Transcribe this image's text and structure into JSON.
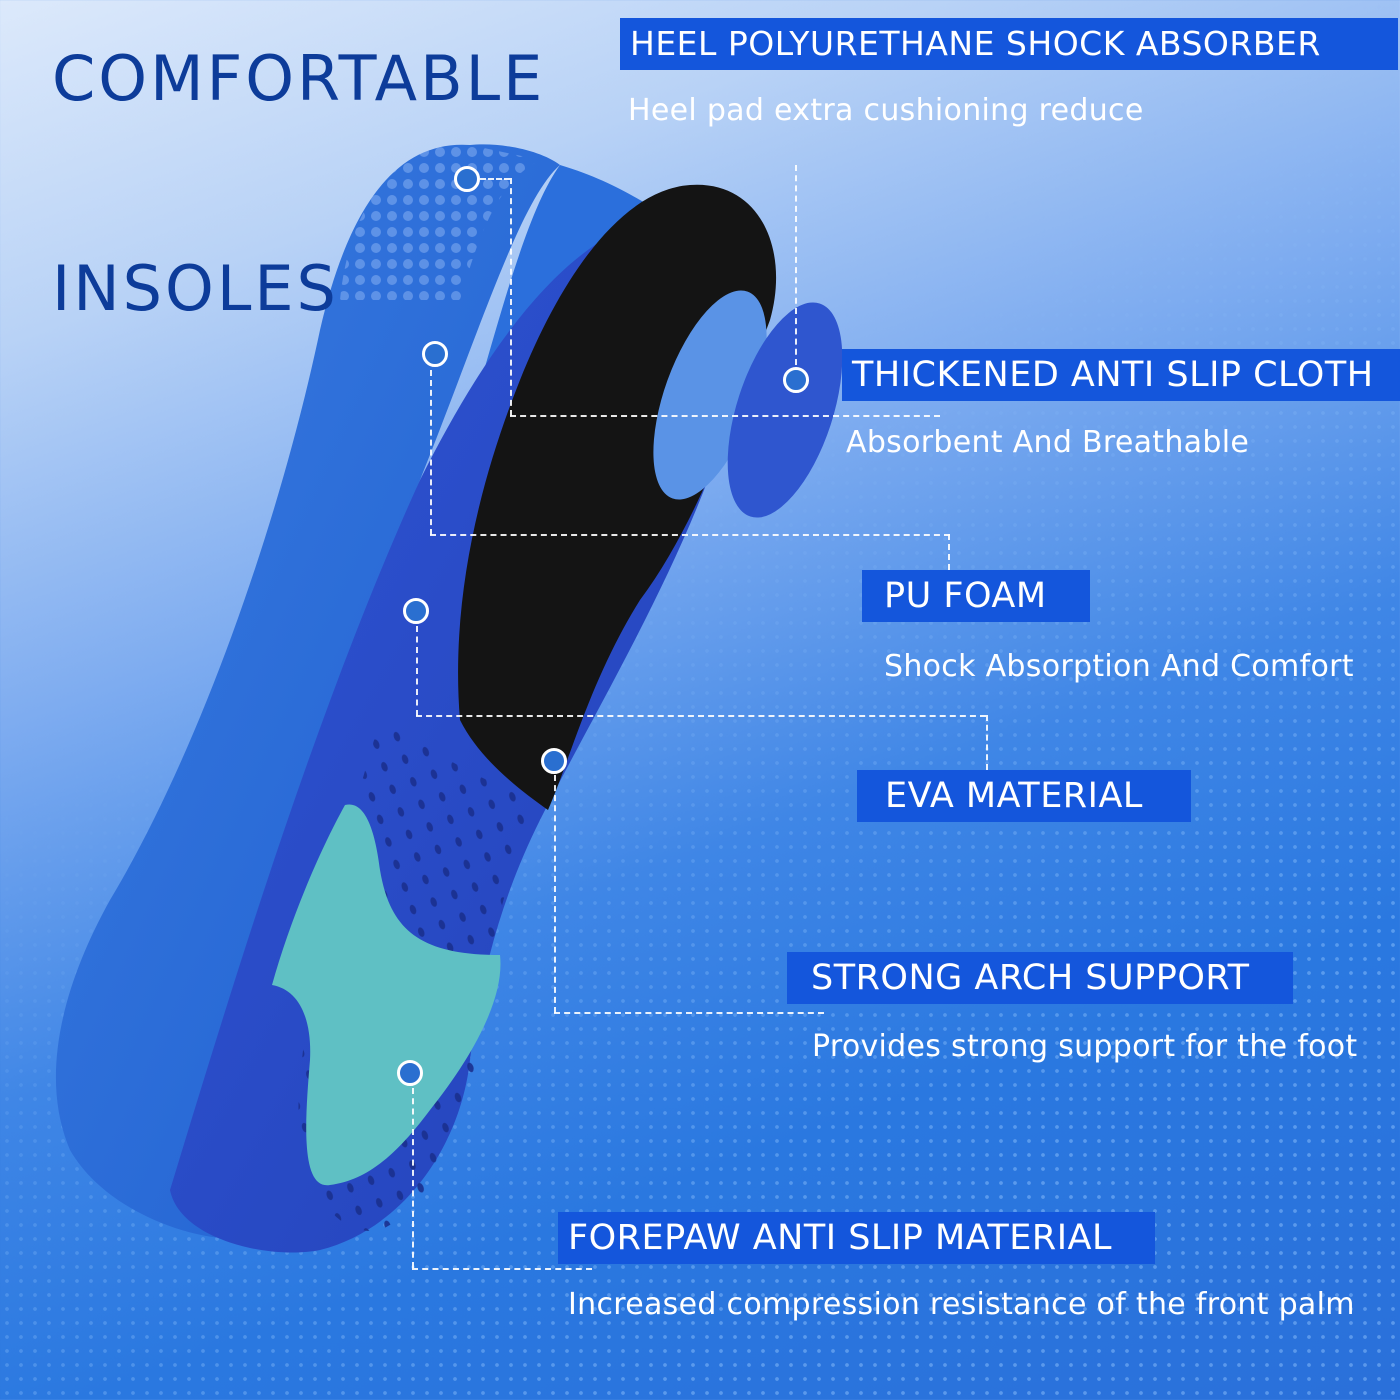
{
  "headline": {
    "line1": "COMFORTABLE",
    "line2": "INSOLES"
  },
  "features": [
    {
      "title": "HEEL POLYURETHANE SHOCK ABSORBER",
      "description": "Heel pad extra cushioning reduce"
    },
    {
      "title": "THICKENED ANTI SLIP CLOTH",
      "description": "Absorbent And Breathable"
    },
    {
      "title": "PU FOAM",
      "description": "Shock Absorption And Comfort"
    },
    {
      "title": "EVA MATERIAL",
      "description": ""
    },
    {
      "title": "STRONG ARCH SUPPORT",
      "description": "Provides strong support for the foot"
    },
    {
      "title": "FOREPAW ANTI SLIP MATERIAL",
      "description": "Increased compression resistance of the front palm"
    }
  ],
  "colors": {
    "headline": "#0d3c9a",
    "label_bg": "#1456dc",
    "insole_top": "#1f5fd4",
    "insole_base": "#2a49c8",
    "heel_cup": "#141414",
    "forefoot_pad": "#5fc0c4"
  }
}
